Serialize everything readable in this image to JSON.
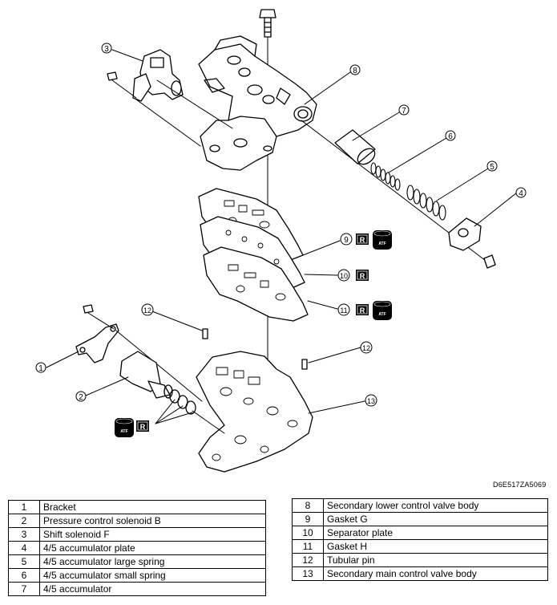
{
  "diagram": {
    "callouts": [
      "1",
      "2",
      "3",
      "4",
      "5",
      "6",
      "7",
      "8",
      "9",
      "10",
      "11",
      "12",
      "12",
      "13"
    ],
    "badge_R": "R",
    "badge_ATF": "ATF",
    "drawing_code": "D6E517ZA5069"
  },
  "legend_left": [
    {
      "num": "1",
      "name": "Bracket"
    },
    {
      "num": "2",
      "name": "Pressure control solenoid B"
    },
    {
      "num": "3",
      "name": "Shift solenoid F"
    },
    {
      "num": "4",
      "name": "4/5 accumulator plate"
    },
    {
      "num": "5",
      "name": "4/5 accumulator large spring"
    },
    {
      "num": "6",
      "name": "4/5 accumulator small spring"
    },
    {
      "num": "7",
      "name": "4/5 accumulator"
    }
  ],
  "legend_right": [
    {
      "num": "8",
      "name": "Secondary lower control valve body"
    },
    {
      "num": "9",
      "name": "Gasket G"
    },
    {
      "num": "10",
      "name": "Separator plate"
    },
    {
      "num": "11",
      "name": "Gasket H"
    },
    {
      "num": "12",
      "name": "Tubular pin"
    },
    {
      "num": "13",
      "name": "Secondary main control valve body"
    }
  ]
}
